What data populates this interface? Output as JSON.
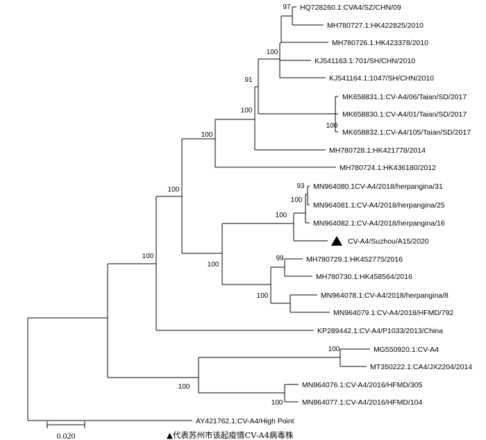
{
  "leaves": [
    {
      "id": "n1",
      "label": "HQ728260.1:CVA4/SZ/CHN/09"
    },
    {
      "id": "n2",
      "label": "MH780727.1:HK422825/2010"
    },
    {
      "id": "n3",
      "label": "MH780726.1:HK423378/2010"
    },
    {
      "id": "n4",
      "label": "KJ541163.1:701/SH/CHN/2010"
    },
    {
      "id": "n5",
      "label": "KJ541164.1:1047/SH/CHN/2010"
    },
    {
      "id": "n6",
      "label": "MK658831.1:CV-A4/06/Taian/SD/2017"
    },
    {
      "id": "n7",
      "label": "MK658830.1:CV-A4/01/Taian/SD/2017"
    },
    {
      "id": "n8",
      "label": "MK658832.1:CV-A4/105/Taian/SD/2017"
    },
    {
      "id": "n9",
      "label": "MH780728.1:HK421778/2014"
    },
    {
      "id": "n10",
      "label": "MH780724.1:HK436180/2012"
    },
    {
      "id": "n11",
      "label": "MN964080.1CV-A4/2018/herpangina/31"
    },
    {
      "id": "n12",
      "label": "MN964081.1:CV-A4/2018/herpangina/25"
    },
    {
      "id": "n13",
      "label": "MN964082.1:CV-A4/2018/herpangina/16"
    },
    {
      "id": "n14",
      "label": "CV-A4/Suzhou/A15/2020",
      "marker": "triangle"
    },
    {
      "id": "n15",
      "label": "MH780729.1:HK452775/2016"
    },
    {
      "id": "n16",
      "label": "MH780730.1:HK458564/2016"
    },
    {
      "id": "n17",
      "label": "MN964078.1:CV-A4/2018/herpangina/8"
    },
    {
      "id": "n18",
      "label": "MN964079.1:CV-A4/2018/HFMD/792"
    },
    {
      "id": "n19",
      "label": "KP289442.1:CV-A4/P1033/2013/China"
    },
    {
      "id": "n20",
      "label": "MG550920.1:CV-A4"
    },
    {
      "id": "n21",
      "label": "MT350222.1:CA4/JX2204/2014"
    },
    {
      "id": "n22",
      "label": "MN964076.1:CV-A4/2016/HFMD/305"
    },
    {
      "id": "n23",
      "label": "MN964077.1:CV-A4/2016/HFMD/104"
    },
    {
      "id": "n24",
      "label": "AY421762.1:CV-A4/High Point"
    }
  ],
  "bootstrap": [
    {
      "id": "b1",
      "value": "97"
    },
    {
      "id": "b2",
      "value": "100"
    },
    {
      "id": "b3",
      "value": "91"
    },
    {
      "id": "b4",
      "value": "100"
    },
    {
      "id": "b5",
      "value": "100"
    },
    {
      "id": "b6",
      "value": "100"
    },
    {
      "id": "b7",
      "value": "100"
    },
    {
      "id": "b8",
      "value": "93"
    },
    {
      "id": "b9",
      "value": "100"
    },
    {
      "id": "b10",
      "value": "100"
    },
    {
      "id": "b11",
      "value": "100"
    },
    {
      "id": "b12",
      "value": "99"
    },
    {
      "id": "b13",
      "value": "100"
    },
    {
      "id": "b14",
      "value": "100"
    },
    {
      "id": "b15",
      "value": "100"
    },
    {
      "id": "b16",
      "value": "100"
    },
    {
      "id": "b17",
      "value": "100"
    }
  ],
  "scale_bar": {
    "label": "0.020"
  },
  "legend": {
    "text": "▲代表苏州市该起疫情CV-A4病毒株"
  }
}
